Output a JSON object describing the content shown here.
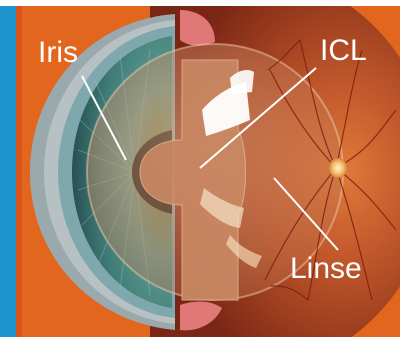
{
  "labels": {
    "iris": "Iris",
    "icl": "ICL",
    "lens": "Linse"
  },
  "colors": {
    "side_band_blue": "#1f95cf",
    "side_band_orange": "#d9531a",
    "background_orange": "#e3661f",
    "retina": "#c6552c",
    "iris_teal": "#4f8e87",
    "pupil": "#111111",
    "lens_tan": "#c98863",
    "label_white": "#ffffff"
  },
  "icons": [
    "optic-disc-icon",
    "retinal-vessels-icon"
  ]
}
